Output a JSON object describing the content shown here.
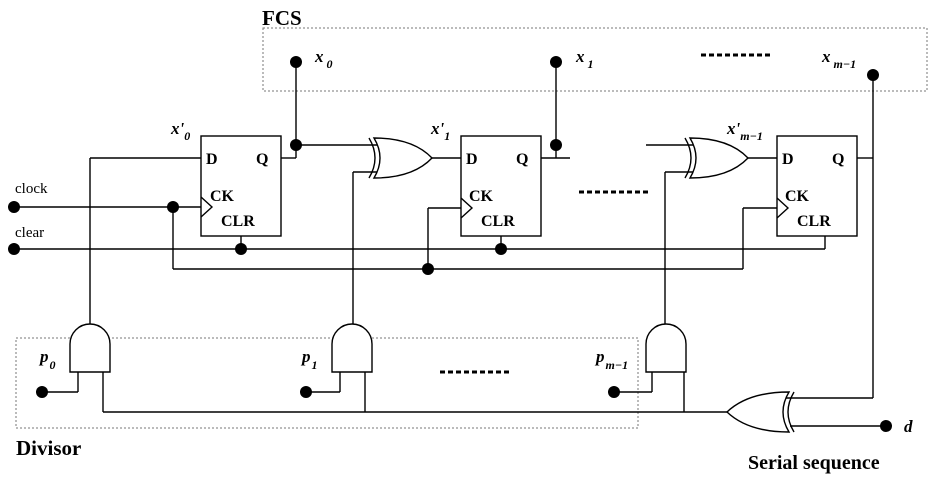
{
  "labels": {
    "fcs": "FCS",
    "divisor": "Divisor",
    "serial_sequence": "Serial sequence",
    "clock": "clock",
    "clear": "clear",
    "d_out": "d",
    "ellipsis": "......"
  },
  "flipflops": [
    {
      "input_label": "x'",
      "input_sub": "0",
      "pins": {
        "d": "D",
        "q": "Q",
        "ck": "CK",
        "clr": "CLR"
      }
    },
    {
      "input_label": "x'",
      "input_sub": "1",
      "pins": {
        "d": "D",
        "q": "Q",
        "ck": "CK",
        "clr": "CLR"
      }
    },
    {
      "input_label": "x'",
      "input_sub": "m−1",
      "pins": {
        "d": "D",
        "q": "Q",
        "ck": "CK",
        "clr": "CLR"
      }
    }
  ],
  "outputs": [
    {
      "label": "x",
      "sub": "0"
    },
    {
      "label": "x",
      "sub": "1"
    },
    {
      "label": "x",
      "sub": "m−1"
    }
  ],
  "divisor_inputs": [
    {
      "label": "p",
      "sub": "0"
    },
    {
      "label": "p",
      "sub": "1"
    },
    {
      "label": "p",
      "sub": "m−1"
    }
  ]
}
